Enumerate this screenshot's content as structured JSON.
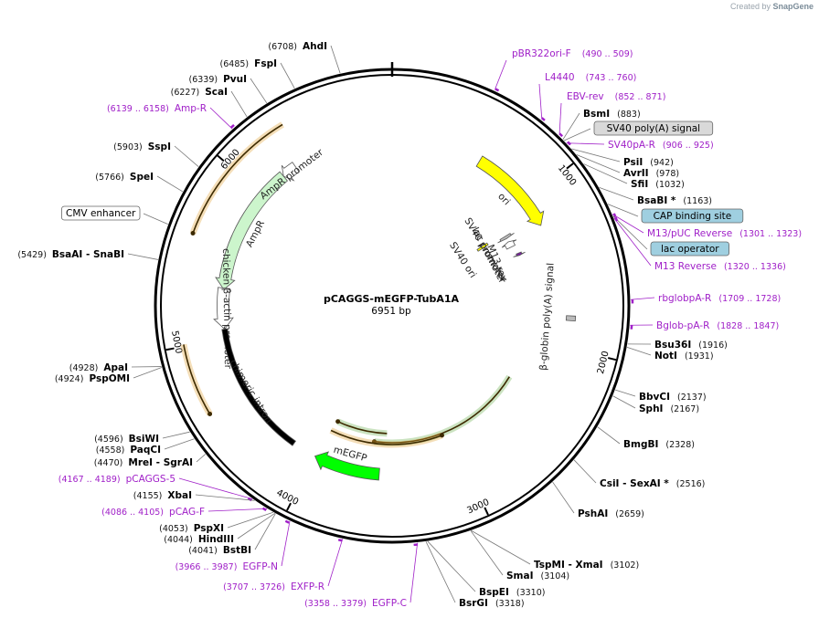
{
  "credit": {
    "prefix": "Created by",
    "brand": "SnapGene"
  },
  "plasmid": {
    "name": "pCAGGS-mEGFP-TubA1A",
    "length_label": "6951 bp",
    "length": 6951
  },
  "ticks": [
    {
      "pos": 1000,
      "label": "1000"
    },
    {
      "pos": 2000,
      "label": "2000"
    },
    {
      "pos": 3000,
      "label": "3000"
    },
    {
      "pos": 4000,
      "label": "4000"
    },
    {
      "pos": 5000,
      "label": "5000"
    },
    {
      "pos": 6000,
      "label": "6000"
    }
  ],
  "features": [
    {
      "name": "ori",
      "start": 600,
      "end": 1189,
      "dir": 1,
      "ring": 0,
      "color": "#ffff00",
      "label": "ori"
    },
    {
      "name": "AmpR",
      "start": 5320,
      "end": 6180,
      "dir": -1,
      "ring": 0,
      "color": "#ccf5cc",
      "label": "AmpR"
    },
    {
      "name": "AmpR promoter",
      "start": 6180,
      "end": 6280,
      "dir": -1,
      "ring": 0,
      "color": "#ffffff",
      "label": "AmpR promoter"
    },
    {
      "name": "chicken beta-actin promoter",
      "start": 5060,
      "end": 5330,
      "dir": -1,
      "ring": 0,
      "color": "#ffffff",
      "label": "chicken β-actin promoter"
    },
    {
      "name": "chimeric intron",
      "start": 4160,
      "end": 5060,
      "dir": 0,
      "ring": 0,
      "color": "#000000",
      "label": "chimeric intron"
    },
    {
      "name": "mEGFP",
      "start": 3560,
      "end": 4000,
      "dir": 1,
      "ring": 0,
      "color": "#00ff00",
      "label": "mEGFP"
    },
    {
      "name": "SV40 promoter",
      "start": 1128,
      "end": 1150,
      "dir": 1,
      "ring": 1,
      "color": "#bbbbbb",
      "label": "SV40 promoter"
    },
    {
      "name": "SV40 ori",
      "start": 1090,
      "end": 1112,
      "dir": 0,
      "ring": 2,
      "color": "#ffff00",
      "label": "SV40 ori"
    },
    {
      "name": "lac promoter",
      "start": 1180,
      "end": 1230,
      "dir": -1,
      "ring": 1,
      "color": "#ffffff",
      "label": "lac promoter"
    },
    {
      "name": "M13 rev",
      "start": 1300,
      "end": 1320,
      "dir": 1,
      "ring": 1,
      "color": "#7a1fa2",
      "label": "M13 rev"
    },
    {
      "name": "beta-globin polyA",
      "start": 1800,
      "end": 1830,
      "dir": 0,
      "ring": 1,
      "color": "#bbbbbb",
      "label": "β-globin poly(A) signal"
    }
  ],
  "orfs": [
    {
      "start": 5600,
      "end": 6350,
      "dir": -1,
      "ring": 0,
      "color": "#e0a033"
    },
    {
      "start": 4620,
      "end": 5010,
      "dir": -1,
      "ring": 0,
      "color": "#e0a033"
    },
    {
      "start": 2340,
      "end": 3620,
      "dir": 1,
      "ring": 1,
      "color": "#6ab04c"
    },
    {
      "start": 3520,
      "end": 3960,
      "dir": 1,
      "ring": 2,
      "color": "#6ab04c"
    },
    {
      "start": 3070,
      "end": 3980,
      "dir": -1,
      "ring": 3,
      "color": "#e0a033"
    }
  ],
  "sites_right": [
    {
      "pos": 883,
      "name": "BsmI",
      "pos_label": "(883)",
      "kind": "site"
    },
    {
      "pos": 890,
      "name": "SV40 poly(A) signal",
      "kind": "box_gray"
    },
    {
      "pos": 906,
      "name": "SV40pA-R",
      "pos_label": "(906 .. 925)",
      "kind": "primer"
    },
    {
      "pos": 942,
      "name": "PsiI",
      "pos_label": "(942)",
      "kind": "site"
    },
    {
      "pos": 978,
      "name": "AvrII",
      "pos_label": "(978)",
      "kind": "site"
    },
    {
      "pos": 1032,
      "name": "SfiI",
      "pos_label": "(1032)",
      "kind": "site"
    },
    {
      "pos": 1163,
      "name": "BsaBI *",
      "pos_label": "(1163)",
      "kind": "site"
    },
    {
      "pos": 1250,
      "name": "CAP binding site",
      "kind": "box_blue"
    },
    {
      "pos": 1301,
      "name": "M13/pUC Reverse",
      "pos_label": "(1301 .. 1323)",
      "kind": "primer"
    },
    {
      "pos": 1310,
      "name": "lac operator",
      "kind": "box_blue"
    },
    {
      "pos": 1320,
      "name": "M13 Reverse",
      "pos_label": "(1320 .. 1336)",
      "kind": "primer"
    },
    {
      "pos": 1709,
      "name": "rbglobpA-R",
      "pos_label": "(1709 .. 1728)",
      "kind": "primer"
    },
    {
      "pos": 1828,
      "name": "Bglob-pA-R",
      "pos_label": "(1828 .. 1847)",
      "kind": "primer"
    },
    {
      "pos": 1916,
      "name": "Bsu36I",
      "pos_label": "(1916)",
      "kind": "site"
    },
    {
      "pos": 1931,
      "name": "NotI",
      "pos_label": "(1931)",
      "kind": "site"
    },
    {
      "pos": 2137,
      "name": "BbvCI",
      "pos_label": "(2137)",
      "kind": "site"
    },
    {
      "pos": 2167,
      "name": "SphI",
      "pos_label": "(2167)",
      "kind": "site"
    },
    {
      "pos": 2328,
      "name": "BmgBI",
      "pos_label": "(2328)",
      "kind": "site"
    },
    {
      "pos": 2516,
      "name": "CsiI  -  SexAI *",
      "pos_label": "(2516)",
      "kind": "site"
    },
    {
      "pos": 2659,
      "name": "PshAI",
      "pos_label": "(2659)",
      "kind": "site"
    },
    {
      "pos": 3102,
      "name": "TspMI  -  XmaI",
      "pos_label": "(3102)",
      "kind": "site"
    },
    {
      "pos": 3104,
      "name": "SmaI",
      "pos_label": "(3104)",
      "kind": "site"
    },
    {
      "pos": 3310,
      "name": "BspEI",
      "pos_label": "(3310)",
      "kind": "site"
    },
    {
      "pos": 3318,
      "name": "BsrGI",
      "pos_label": "(3318)",
      "kind": "site"
    }
  ],
  "primers_top": [
    {
      "pos": 490,
      "name": "pBR322ori-F",
      "pos_label": "(490 .. 509)"
    },
    {
      "pos": 743,
      "name": "L4440",
      "pos_label": "(743 .. 760)"
    },
    {
      "pos": 852,
      "name": "EBV-rev",
      "pos_label": "(852 .. 871)"
    }
  ],
  "sites_left": [
    {
      "pos": 6708,
      "name": "AhdI",
      "pos_label": "(6708)",
      "kind": "site"
    },
    {
      "pos": 6485,
      "name": "FspI",
      "pos_label": "(6485)",
      "kind": "site"
    },
    {
      "pos": 6339,
      "name": "PvuI",
      "pos_label": "(6339)",
      "kind": "site"
    },
    {
      "pos": 6227,
      "name": "ScaI",
      "pos_label": "(6227)",
      "kind": "site"
    },
    {
      "pos": 6139,
      "name": "Amp-R",
      "pos_label": "(6139 .. 6158)",
      "kind": "primer"
    },
    {
      "pos": 5903,
      "name": "SspI",
      "pos_label": "(5903)",
      "kind": "site"
    },
    {
      "pos": 5766,
      "name": "SpeI",
      "pos_label": "(5766)",
      "kind": "site"
    },
    {
      "pos": 5600,
      "name": "CMV enhancer",
      "kind": "box_white"
    },
    {
      "pos": 5429,
      "name": "BsaAI  -  SnaBI",
      "pos_label": "(5429)",
      "kind": "site"
    },
    {
      "pos": 4928,
      "name": "ApaI",
      "pos_label": "(4928)",
      "kind": "site"
    },
    {
      "pos": 4924,
      "name": "PspOMI",
      "pos_label": "(4924)",
      "kind": "site"
    },
    {
      "pos": 4596,
      "name": "BsiWI",
      "pos_label": "(4596)",
      "kind": "site"
    },
    {
      "pos": 4558,
      "name": "PaqCI",
      "pos_label": "(4558)",
      "kind": "site"
    },
    {
      "pos": 4470,
      "name": "MreI  -  SgrAI",
      "pos_label": "(4470)",
      "kind": "site"
    },
    {
      "pos": 4167,
      "name": "pCAGGS-5",
      "pos_label": "(4167 .. 4189)",
      "kind": "primer"
    },
    {
      "pos": 4155,
      "name": "XbaI",
      "pos_label": "(4155)",
      "kind": "site"
    },
    {
      "pos": 4086,
      "name": "pCAG-F",
      "pos_label": "(4086 .. 4105)",
      "kind": "primer"
    },
    {
      "pos": 4053,
      "name": "PspXI",
      "pos_label": "(4053)",
      "kind": "site"
    },
    {
      "pos": 4044,
      "name": "HindIII",
      "pos_label": "(4044)",
      "kind": "site"
    },
    {
      "pos": 4041,
      "name": "BstBI",
      "pos_label": "(4041)",
      "kind": "site"
    },
    {
      "pos": 3966,
      "name": "EGFP-N",
      "pos_label": "(3966 .. 3987)",
      "kind": "primer"
    },
    {
      "pos": 3707,
      "name": "EXFP-R",
      "pos_label": "(3707 .. 3726)",
      "kind": "primer"
    },
    {
      "pos": 3358,
      "name": "EGFP-C",
      "pos_label": "(3358 .. 3379)",
      "kind": "primer"
    }
  ],
  "colors": {
    "primer": "#a020c8",
    "backbone": "#000000",
    "box_gray": "#d9d9d9",
    "box_blue": "#9fcfe0"
  }
}
